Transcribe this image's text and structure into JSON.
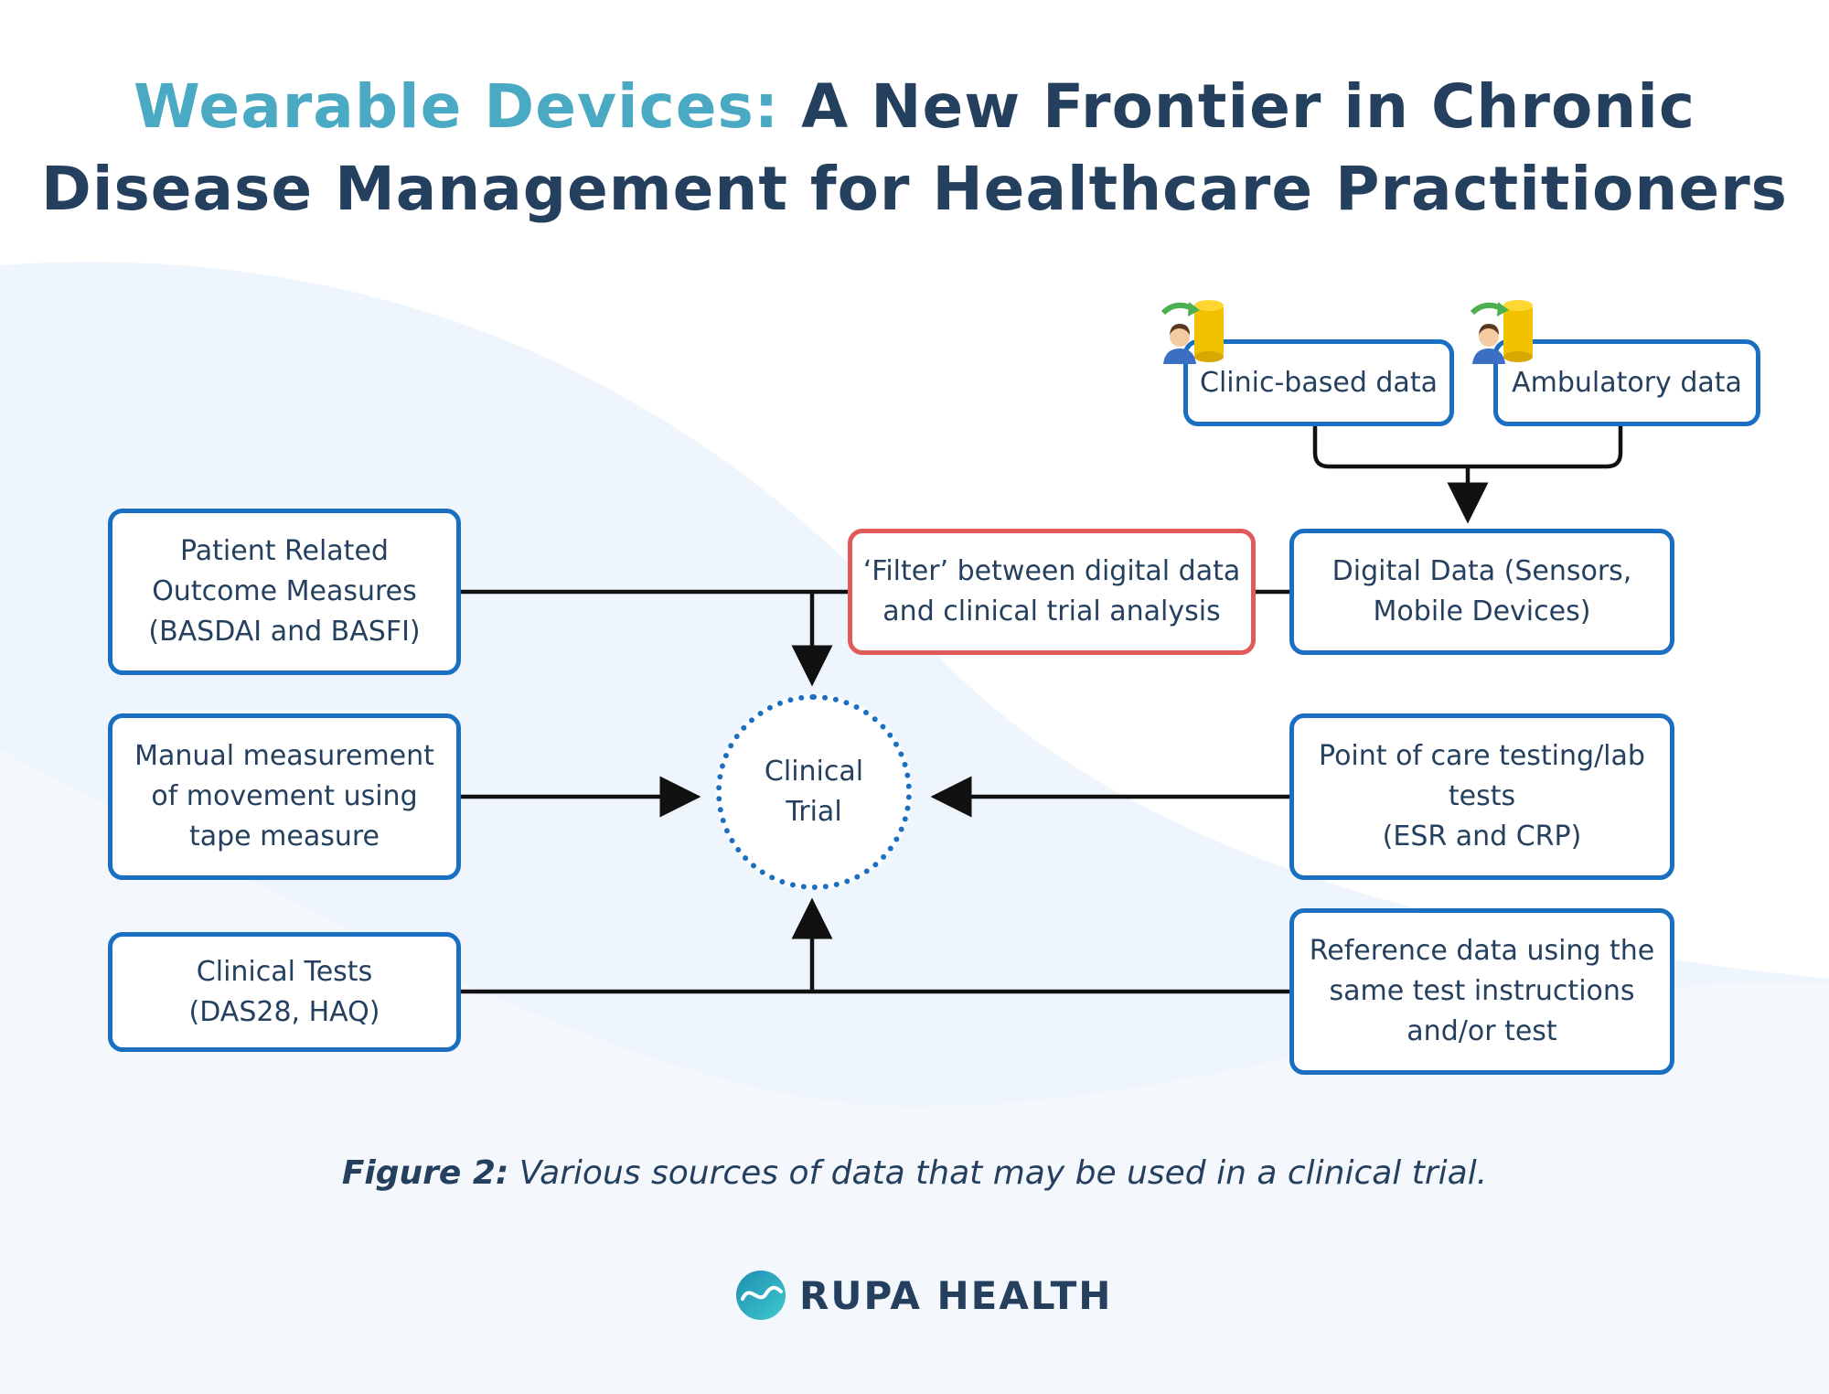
{
  "title": {
    "accent": "Wearable Devices:",
    "rest_line1": "A New Frontier in Chronic",
    "line2": "Disease Management for Healthcare Practitioners"
  },
  "boxes": {
    "clinic_based": "Clinic-based data",
    "ambulatory": "Ambulatory data",
    "patient_outcome": "Patient Related\nOutcome Measures\n(BASDAI and BASFI)",
    "filter": "‘Filter’ between digital data\nand clinical trial analysis",
    "digital_data": "Digital Data (Sensors,\nMobile Devices)",
    "manual_measurement": "Manual measurement\nof movement using\ntape measure",
    "clinical_trial": "Clinical\nTrial",
    "point_of_care": "Point of care testing/lab\ntests\n(ESR and CRP)",
    "clinical_tests": "Clinical Tests\n(DAS28, HAQ)",
    "reference_data": "Reference data using the\nsame test instructions\nand/or test"
  },
  "caption": {
    "label": "Figure 2:",
    "text": " Various sources of data that may be used in a clinical trial."
  },
  "brand": {
    "name": "RUPA HEALTH"
  },
  "colors": {
    "navy": "#24405e",
    "accent": "#4aa9c3",
    "box_border": "#1a6fc2",
    "filter_border": "#e05a5a",
    "background_wave": "#eef5fc"
  },
  "icons": [
    "person-database-icon",
    "rupa-health-logo-icon"
  ]
}
